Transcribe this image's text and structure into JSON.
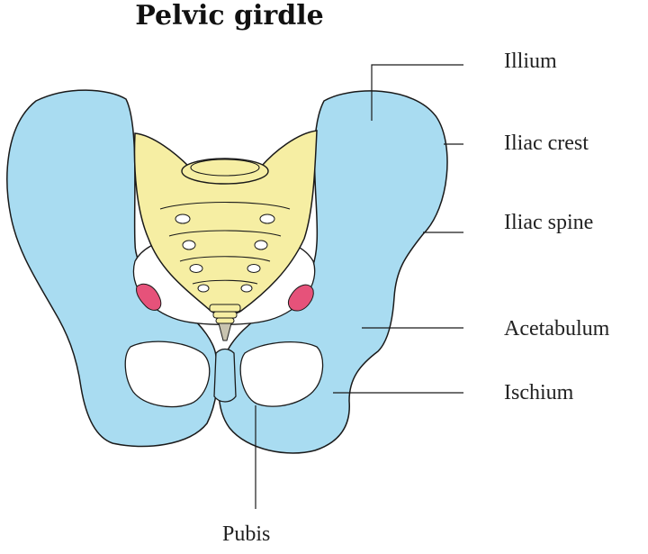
{
  "title": "Pelvic girdle",
  "labels": {
    "ilium": "Illium",
    "iliac_crest": "Iliac crest",
    "iliac_spine": "Iliac spine",
    "acetabulum": "Acetabulum",
    "ischium": "Ischium",
    "pubis": "Pubis"
  },
  "colors": {
    "hip_bone": "#a9dcf1",
    "sacrum": "#f6eea3",
    "joint_highlight": "#e6527a",
    "coccyx": "#c9c4b0",
    "outline": "#1a1a1a"
  }
}
